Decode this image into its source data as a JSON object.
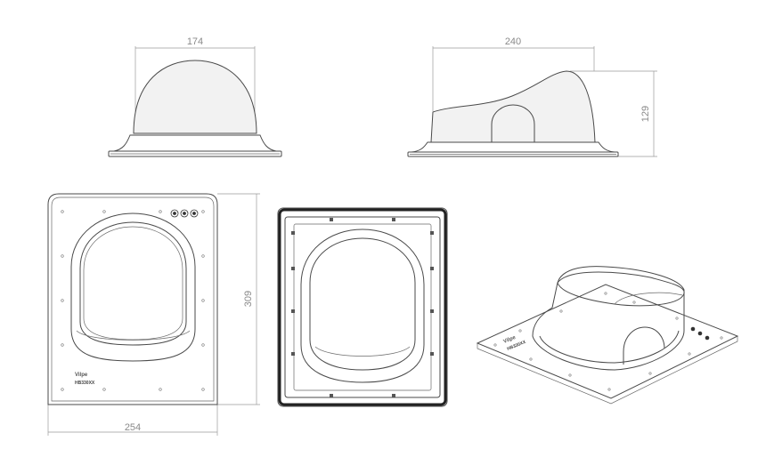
{
  "dimensions": {
    "side_width": "174",
    "front_width": "240",
    "front_height": "129",
    "plan_height": "309",
    "plan_width": "254"
  },
  "product_label": {
    "brand": "Vilpe",
    "model": "HB330XX"
  },
  "iso_label": {
    "brand": "Vilpe",
    "model": "HB330XX"
  },
  "colors": {
    "line": "#4a4a4a",
    "dimension": "#9a9a9a",
    "fill": "#f2f2f2"
  }
}
